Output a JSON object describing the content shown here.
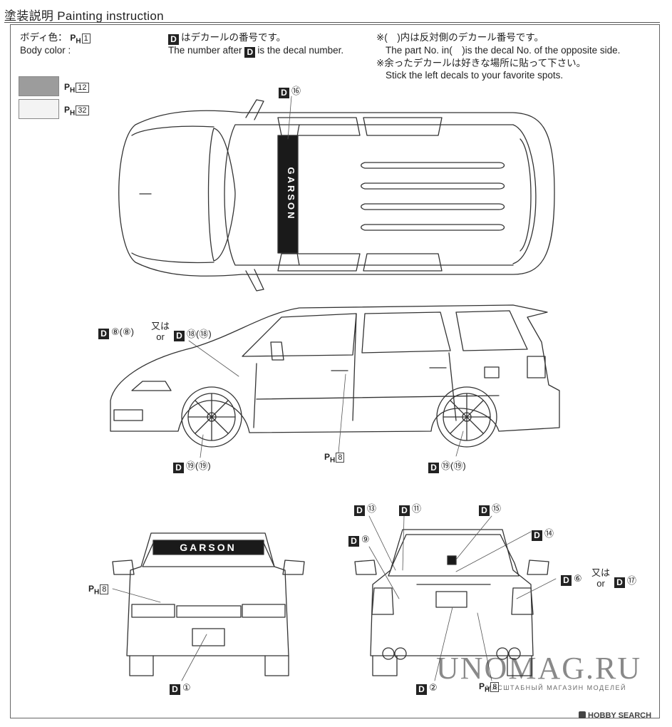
{
  "header": {
    "title_jp": "塗装説明",
    "title_en": "Painting instruction"
  },
  "legend": {
    "body_color_jp": "ボディ色：",
    "body_color_en": "Body color :",
    "ph_code": "P",
    "ph_sub": "H",
    "body_color_number": "1",
    "swatches": [
      {
        "number": "12",
        "color": "#9c9c9c"
      },
      {
        "number": "32",
        "color": "#f3f3f3"
      }
    ]
  },
  "notes": {
    "decal_jp": "はデカールの番号です。",
    "decal_en_pre": "The number after",
    "decal_en_post": "is the decal number.",
    "opposite_jp": "※(　)内は反対側のデカール番号です。",
    "opposite_en": "The part No. in(　)is the decal No. of the opposite side.",
    "leftover_jp": "※余ったデカールは好きな場所に貼って下さい。",
    "leftover_en": "Stick the left decals to your favorite spots.",
    "d_letter": "D"
  },
  "callouts": {
    "top_roof": "⑯",
    "side_front_a": "⑧(⑧)",
    "side_or_jp": "又は",
    "side_or_en": "or",
    "side_front_b": "⑱(⑱)",
    "side_wheel_front": "⑲(⑲)",
    "side_wheel_rear": "⑲(⑲)",
    "side_ph": "8",
    "front_ph": "8",
    "front_plate": "①",
    "rear_13": "⑬",
    "rear_11": "⑪",
    "rear_15": "⑮",
    "rear_9": "⑨",
    "rear_14": "⑭",
    "rear_6": "⑥",
    "rear_or_jp": "又は",
    "rear_or_en": "or",
    "rear_17": "⑰",
    "rear_plate": "②",
    "rear_ph": "8"
  },
  "car_graphics": {
    "windshield_text": "GARSON",
    "roof_text": "GARSON"
  },
  "watermark": {
    "main": "UNOMAG.RU",
    "sub": "МАСШТАБНЫЙ МАГАЗИН МОДЕЛЕЙ",
    "corner": "HOBBY SEARCH"
  }
}
